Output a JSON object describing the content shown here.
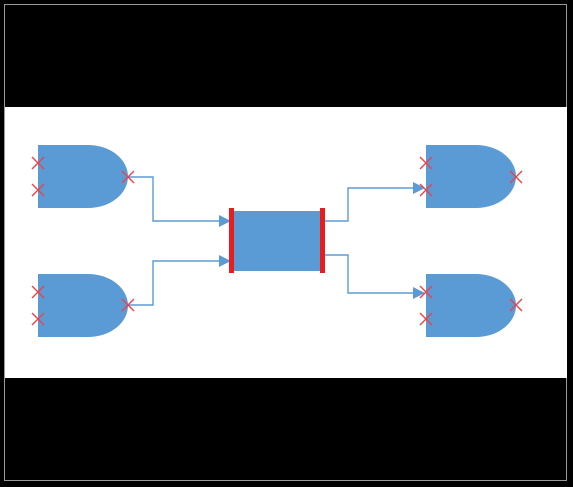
{
  "diagram": {
    "title": "",
    "colors": {
      "background": "#000000",
      "canvas": "#ffffff",
      "shape_fill": "#5b9bd5",
      "port_marker": "#e8444a",
      "port_bar": "#e81e1e",
      "connector": "#5b9bd5"
    },
    "nodes": [
      {
        "id": "and-gate-top-left",
        "shape": "and-gate"
      },
      {
        "id": "and-gate-bottom-left",
        "shape": "and-gate"
      },
      {
        "id": "center-block",
        "shape": "rectangle"
      },
      {
        "id": "and-gate-top-right",
        "shape": "and-gate"
      },
      {
        "id": "and-gate-bottom-right",
        "shape": "and-gate"
      }
    ],
    "edges": [
      {
        "from": "and-gate-top-left",
        "to": "center-block"
      },
      {
        "from": "and-gate-bottom-left",
        "to": "center-block"
      },
      {
        "from": "center-block",
        "to": "and-gate-top-right"
      },
      {
        "from": "center-block",
        "to": "and-gate-bottom-right"
      }
    ],
    "port_marker_icon": "x-mark-icon"
  }
}
